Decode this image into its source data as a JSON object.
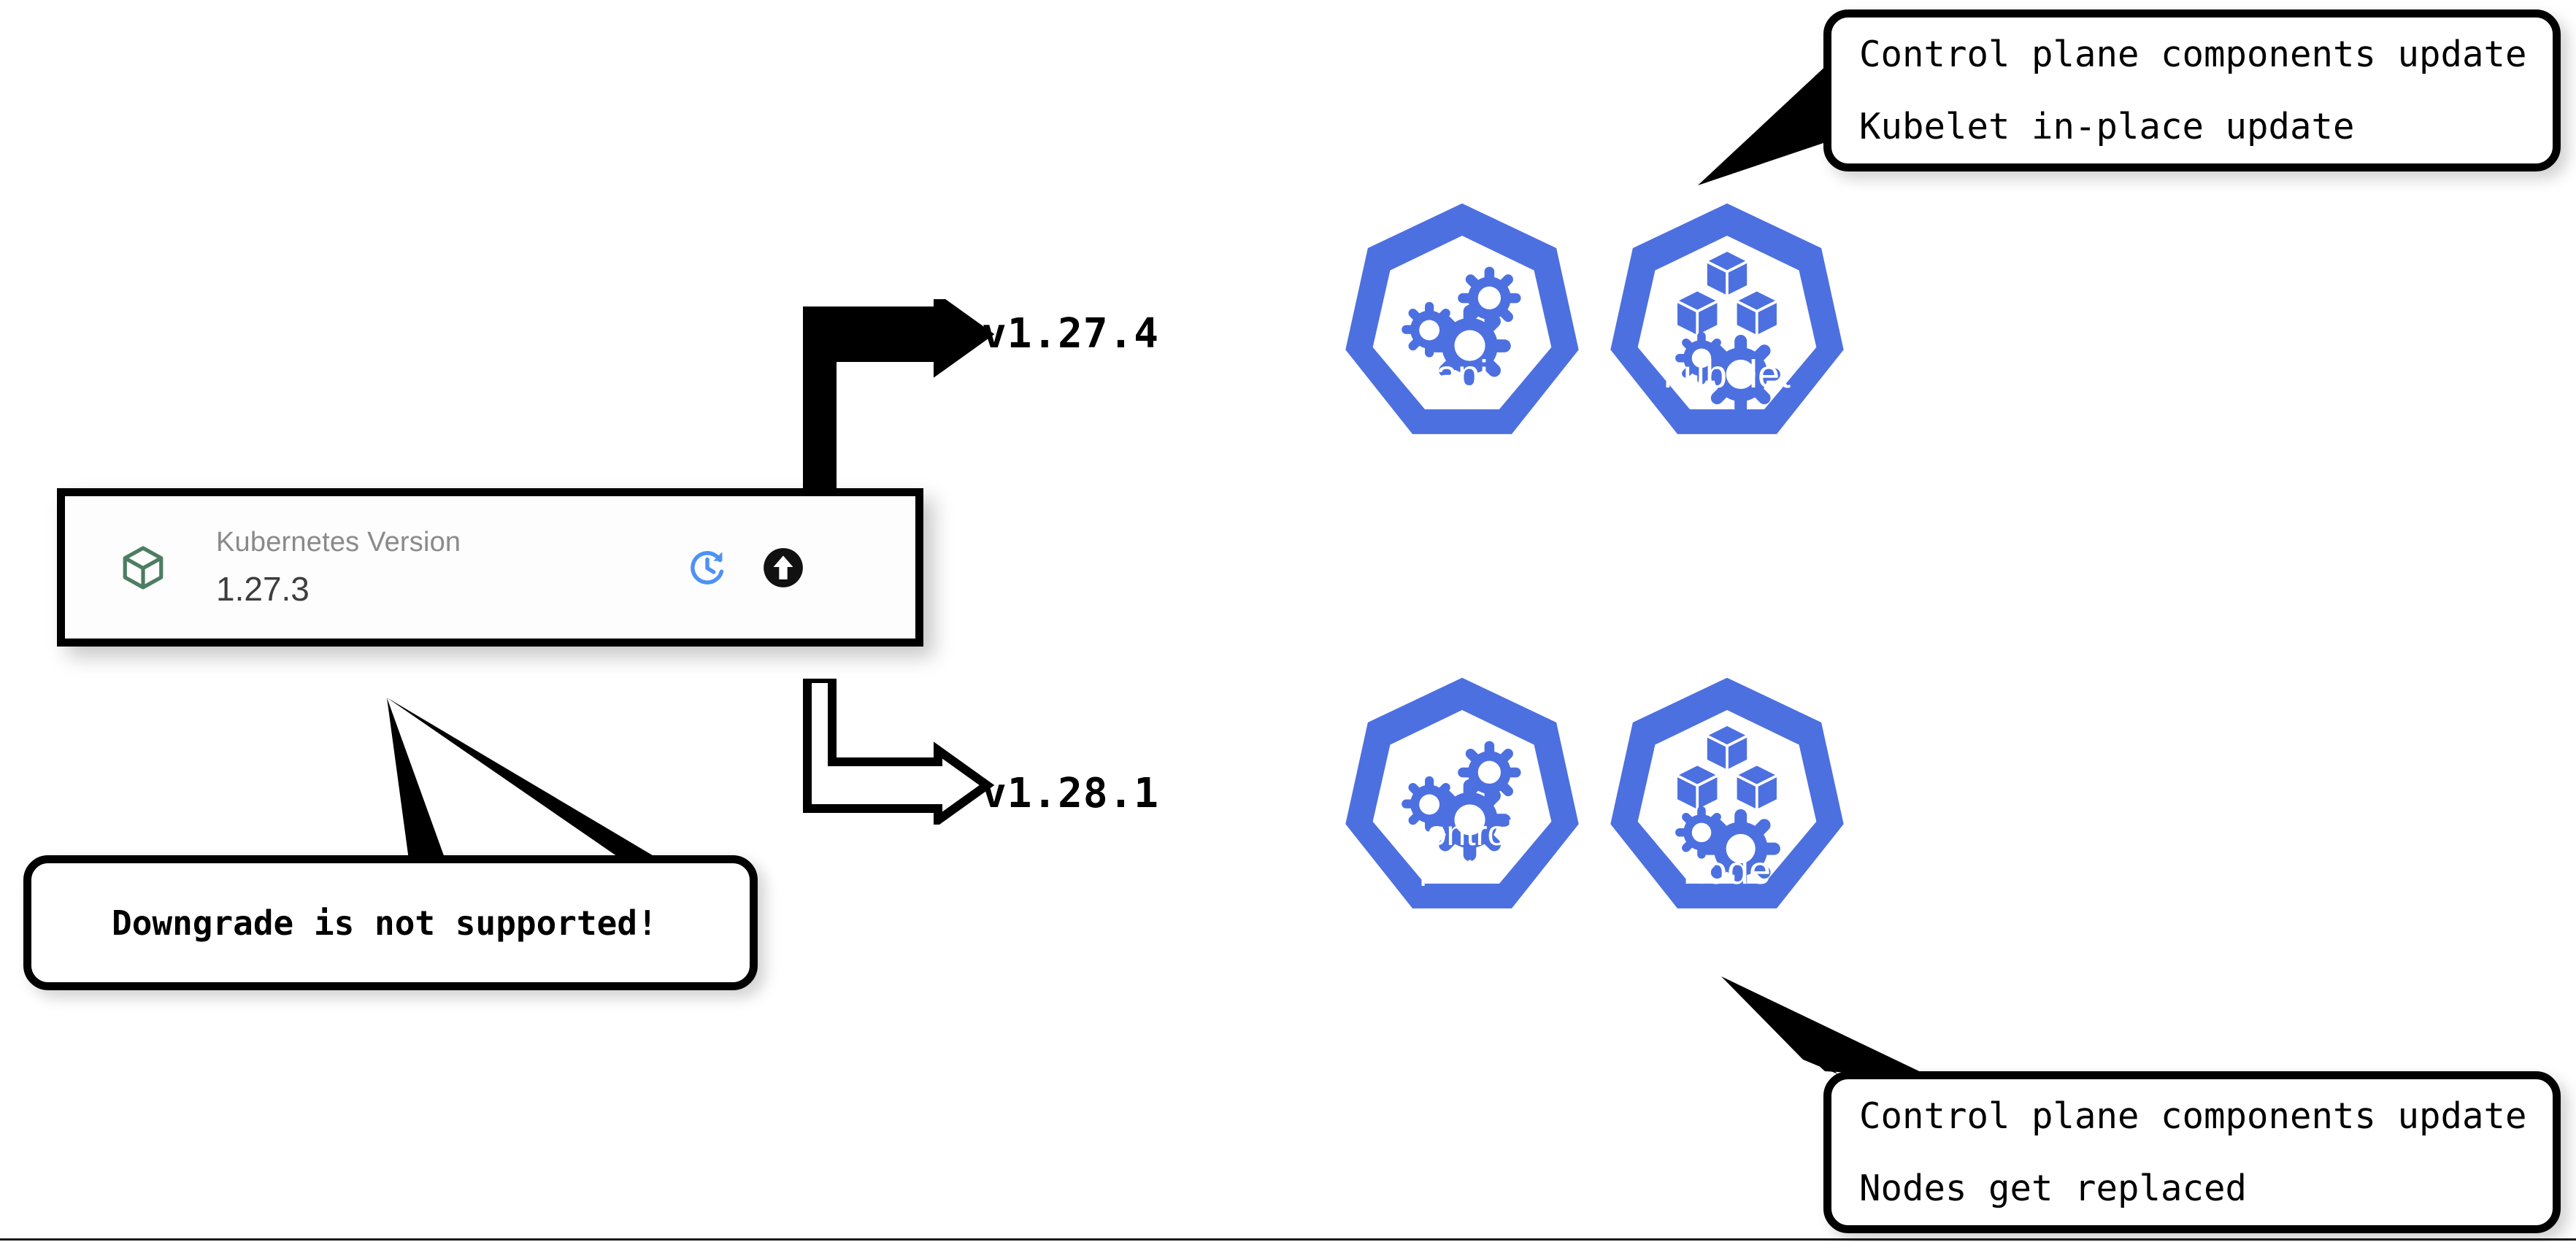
{
  "card": {
    "icon": "cube-icon",
    "icon_color": "#4d7d63",
    "label": "Kubernetes Version",
    "value": "1.27.3",
    "actions": [
      {
        "name": "history-restore-icon",
        "color": "#4d92f5"
      },
      {
        "name": "upgrade-arrow-icon",
        "color": "#111111"
      }
    ]
  },
  "branches": [
    {
      "arrow": "elbow-arrow-up-right",
      "version": "v1.27.4"
    },
    {
      "arrow": "elbow-arrow-down-right",
      "version": "v1.28.1"
    }
  ],
  "logos": {
    "accent": "#4d70e0",
    "items": [
      {
        "name": "k8s-logo-api",
        "caption": "api",
        "glyph": "gears"
      },
      {
        "name": "k8s-logo-kubelet",
        "caption": "kubelet",
        "glyph": "boxes-gears"
      },
      {
        "name": "k8s-logo-control-plane",
        "caption": "control\nplane",
        "glyph": "gears"
      },
      {
        "name": "k8s-logo-node",
        "caption": "node",
        "glyph": "boxes-gears"
      }
    ]
  },
  "callouts": {
    "top": {
      "line1": "Control plane components update",
      "line2": "Kubelet in-place update"
    },
    "bottom": {
      "line1": "Control plane components update",
      "line2": "Nodes get replaced"
    },
    "downgrade": {
      "line1": "Downgrade is not supported!"
    }
  }
}
